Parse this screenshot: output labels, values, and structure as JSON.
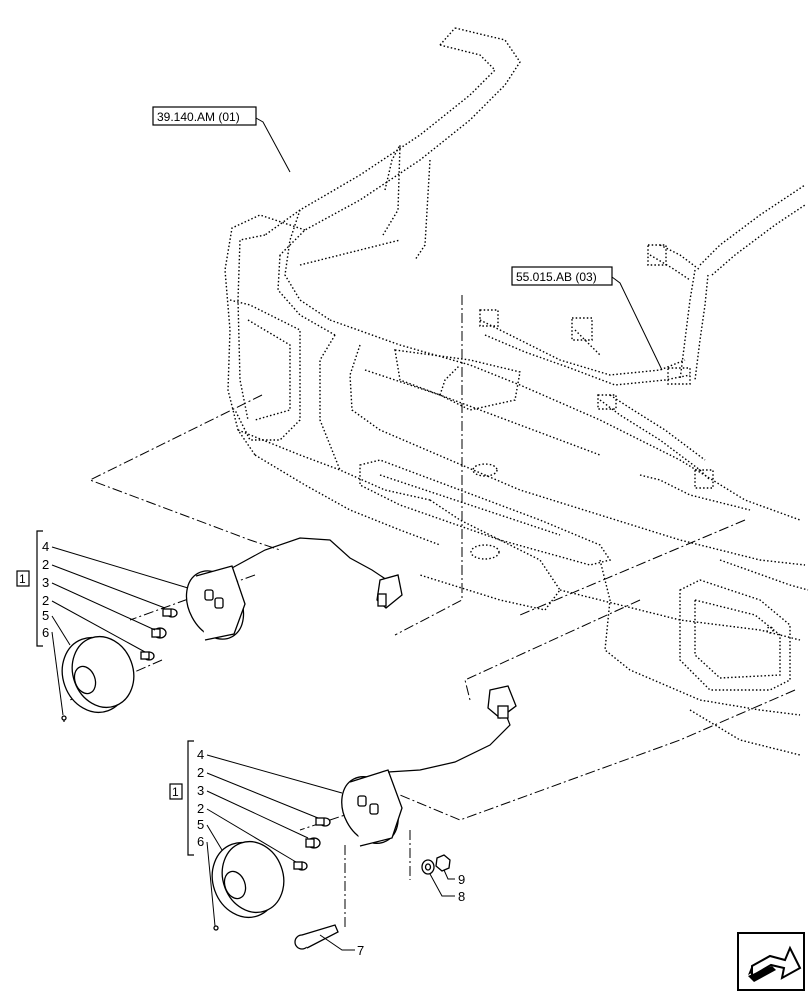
{
  "references": {
    "frame_ref": "39.140.AM (01)",
    "harness_ref": "55.015.AB (03)"
  },
  "upper_assembly": {
    "group_label": "1",
    "callouts": [
      "4",
      "2",
      "3",
      "2",
      "5",
      "6"
    ]
  },
  "lower_assembly": {
    "group_label": "1",
    "callouts": [
      "4",
      "2",
      "3",
      "2",
      "5",
      "6"
    ]
  },
  "hardware_callouts": {
    "bolt": "7",
    "washer": "8",
    "nut": "9"
  },
  "icons": {
    "nav": "next-page-arrow-icon"
  }
}
